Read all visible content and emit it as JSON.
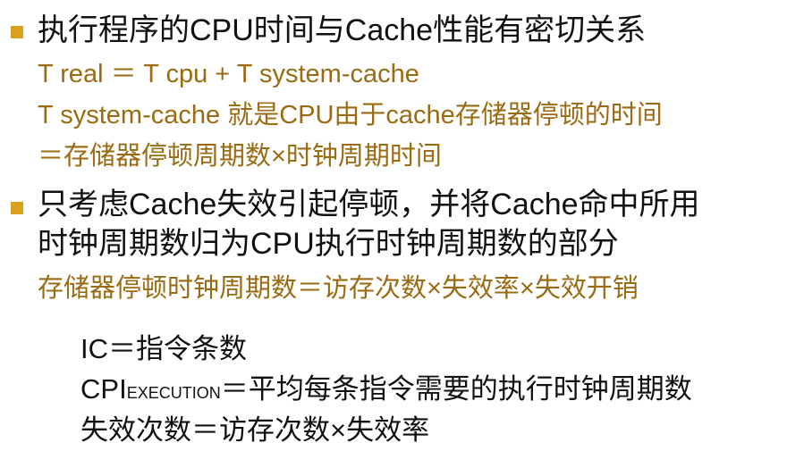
{
  "bullets": [
    {
      "text": "执行程序的CPU时间与Cache性能有密切关系"
    },
    {
      "line1": "只考虑Cache失效引起停顿，并将Cache命中所用",
      "line2": "时钟周期数归为CPU执行时钟周期数的部分"
    }
  ],
  "formulas": {
    "treal": "T real  ＝ T cpu   + T system-cache",
    "tsystem": "T system-cache  就是CPU由于cache存储器停顿的时间",
    "equals_line": "＝存储器停顿周期数×时钟周期时间",
    "stall": "存储器停顿时钟周期数＝访存次数×失效率×失效开销"
  },
  "definitions": {
    "ic": "IC＝指令条数",
    "cpi_prefix": "CPI",
    "cpi_sub": "EXECUTION",
    "cpi_suffix": "＝平均每条指令需要的执行时钟周期数",
    "miss": "失效次数＝访存次数×失效率"
  },
  "colors": {
    "bullet": "#d9a21b",
    "accent_text": "#9a6b12",
    "main_text": "#111111"
  }
}
